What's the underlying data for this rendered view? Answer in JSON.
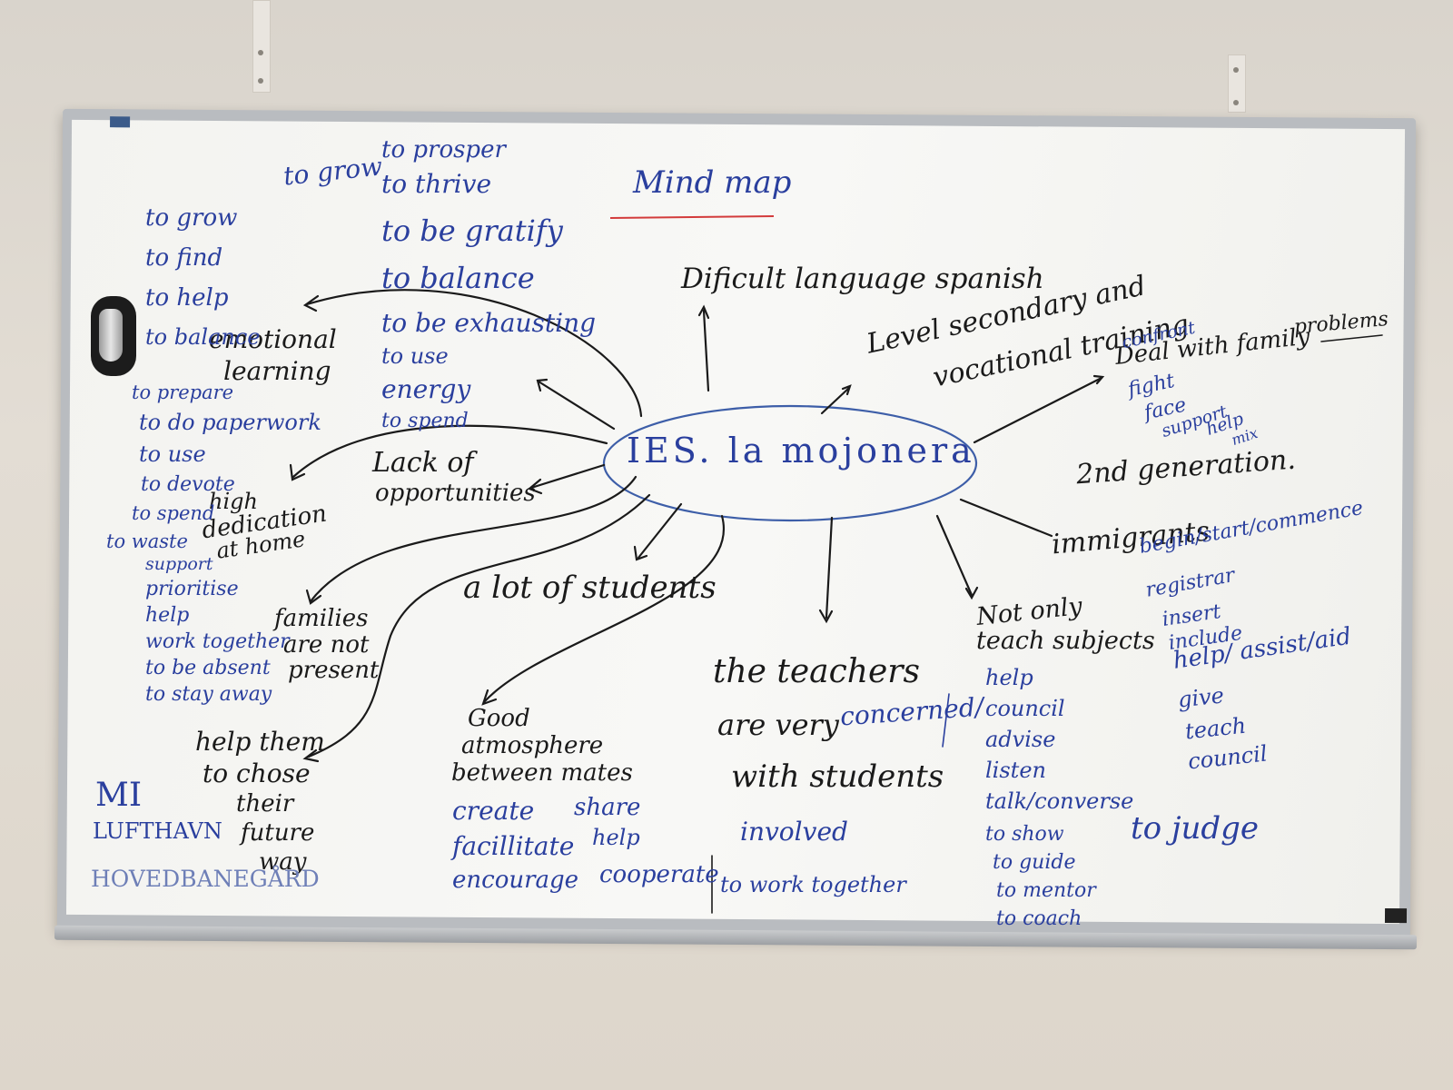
{
  "board": {
    "title": "Mind map",
    "center": "IES. la mojonera",
    "top_branch": "Dificult language spanish",
    "right_branch": [
      "Level secondary and",
      "vocational training"
    ],
    "deal_branch": [
      "Deal with family",
      "problems"
    ],
    "deal_synonyms": [
      "confront",
      "fight",
      "face",
      "support",
      "help",
      "mix"
    ],
    "second_gen": "2nd generation.",
    "immigrants": "immigrants",
    "immigrant_synonyms": [
      "begin/start/commence",
      "registrar",
      "insert",
      "include",
      "help/ assist/aid",
      "give",
      "teach",
      "council"
    ],
    "not_only": [
      "Not only",
      "teach subjects"
    ],
    "not_only_synonyms": [
      "help",
      "council",
      "advise",
      "listen",
      "talk/converse",
      "to show",
      "to guide",
      "to mentor",
      "to coach"
    ],
    "judge": "to judge",
    "teachers": [
      "the teachers",
      "are very",
      "concerned/",
      "with students"
    ],
    "involved": "involved",
    "cooperate": "cooperate",
    "work_together": "to work together",
    "a_lot": "a lot of students",
    "good_atmo": [
      "Good",
      "atmosphere",
      "between mates"
    ],
    "atmo_verbs": [
      "create",
      "facillitate",
      "encourage"
    ],
    "atmo_verbs2": [
      "share",
      "help"
    ],
    "help_them": [
      "help them",
      "to chose",
      "their",
      "future",
      "way"
    ],
    "families": [
      "families",
      "are not",
      "present"
    ],
    "families_synonyms": [
      "support",
      "prioritise",
      "help",
      "work together",
      "to be absent",
      "to stay away"
    ],
    "lack": [
      "Lack of",
      "opportunities"
    ],
    "high_dedication": [
      "high",
      "dedication",
      "at home"
    ],
    "dedication_synonyms": [
      "to prepare",
      "to do paperwork",
      "to use",
      "to devote",
      "to spend",
      "to waste"
    ],
    "emotional": [
      "emotional",
      "learning"
    ],
    "emotional_synonyms": [
      "to grow",
      "to find",
      "to help",
      "to balance"
    ],
    "grow_top": "to grow",
    "grow_col": [
      "to prosper",
      "to thrive",
      "to be gratify",
      "to balance",
      "to be exhausting",
      "to use",
      "energy",
      "to spend"
    ],
    "bottom_left": [
      "MI",
      "LUFTHAVN",
      "HOVEDBANEGÅRD"
    ]
  },
  "colors": {
    "ink_black": "#1a1a1a",
    "ink_blue": "#2a3f9e",
    "ink_red": "#d33b3b"
  }
}
